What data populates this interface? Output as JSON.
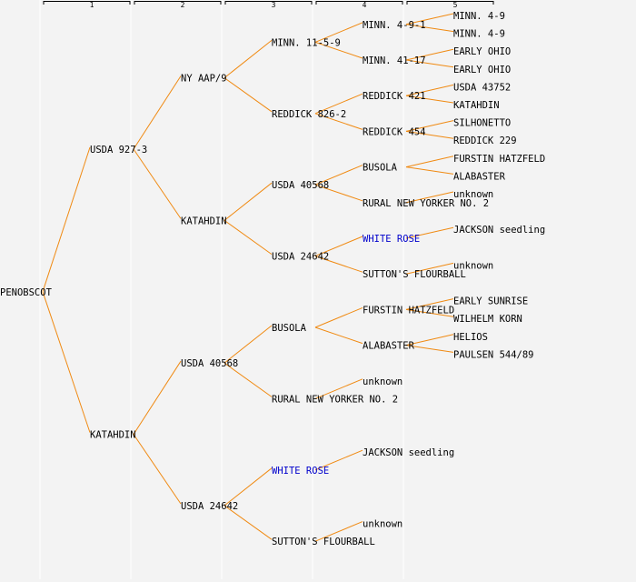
{
  "colors": {
    "background": "#f3f3f3",
    "line": "#f08a12",
    "text": "#000000",
    "highlight": "#0000cc",
    "divider": "#ffffff"
  },
  "columns": [
    "1",
    "2",
    "3",
    "4",
    "5"
  ],
  "tree": {
    "name": "PENOBSCOT",
    "children": [
      {
        "name": "USDA 927-3",
        "children": [
          {
            "name": "NY AAP/9",
            "children": [
              {
                "name": "MINN. 11-5-9",
                "children": [
                  {
                    "name": "MINN. 4-9-1",
                    "children": [
                      {
                        "name": "MINN. 4-9"
                      },
                      {
                        "name": "MINN. 4-9"
                      }
                    ]
                  },
                  {
                    "name": "MINN. 41-17",
                    "children": [
                      {
                        "name": "EARLY OHIO"
                      },
                      {
                        "name": "EARLY OHIO"
                      }
                    ]
                  }
                ]
              },
              {
                "name": "REDDICK 826-2",
                "children": [
                  {
                    "name": "REDDICK 421",
                    "children": [
                      {
                        "name": "USDA 43752"
                      },
                      {
                        "name": "KATAHDIN"
                      }
                    ]
                  },
                  {
                    "name": "REDDICK 454",
                    "children": [
                      {
                        "name": "SILHONETTO"
                      },
                      {
                        "name": "REDDICK 229"
                      }
                    ]
                  }
                ]
              }
            ]
          },
          {
            "name": "KATAHDIN",
            "children": [
              {
                "name": "USDA 40568",
                "children": [
                  {
                    "name": "BUSOLA",
                    "children": [
                      {
                        "name": "FURSTIN HATZFELD"
                      },
                      {
                        "name": "ALABASTER"
                      }
                    ]
                  },
                  {
                    "name": "RURAL NEW YORKER NO. 2",
                    "children": [
                      {
                        "name": "unknown"
                      }
                    ]
                  }
                ]
              },
              {
                "name": "USDA 24642",
                "children": [
                  {
                    "name": "WHITE ROSE",
                    "highlight": true,
                    "children": [
                      {
                        "name": "JACKSON seedling"
                      }
                    ]
                  },
                  {
                    "name": "SUTTON'S FLOURBALL",
                    "children": [
                      {
                        "name": "unknown"
                      }
                    ]
                  }
                ]
              }
            ]
          }
        ]
      },
      {
        "name": "KATAHDIN",
        "children": [
          {
            "name": "USDA 40568",
            "children": [
              {
                "name": "BUSOLA",
                "children": [
                  {
                    "name": "FURSTIN HATZFELD",
                    "children": [
                      {
                        "name": "EARLY SUNRISE"
                      },
                      {
                        "name": "WILHELM KORN"
                      }
                    ]
                  },
                  {
                    "name": "ALABASTER",
                    "children": [
                      {
                        "name": "HELIOS"
                      },
                      {
                        "name": "PAULSEN 544/89"
                      }
                    ]
                  }
                ]
              },
              {
                "name": "RURAL NEW YORKER NO. 2",
                "children": [
                  {
                    "name": "unknown"
                  }
                ]
              }
            ]
          },
          {
            "name": "USDA 24642",
            "children": [
              {
                "name": "WHITE ROSE",
                "highlight": true,
                "children": [
                  {
                    "name": "JACKSON seedling"
                  }
                ]
              },
              {
                "name": "SUTTON'S FLOURBALL",
                "children": [
                  {
                    "name": "unknown"
                  }
                ]
              }
            ]
          }
        ]
      }
    ]
  }
}
